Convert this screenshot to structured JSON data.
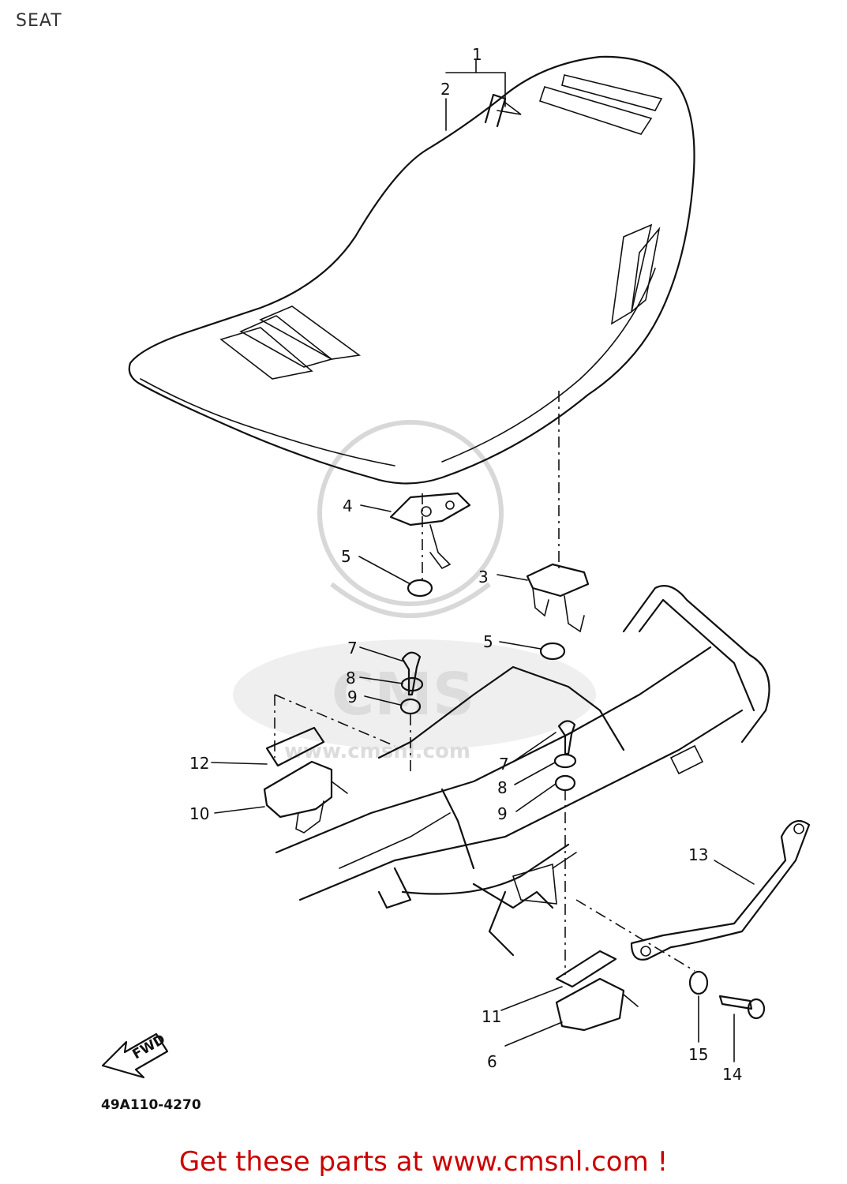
{
  "page": {
    "title": "SEAT"
  },
  "diagram": {
    "drawing_code": "49A110-4270",
    "fwd_arrow_text": "FWD",
    "watermark_text": "CMS",
    "watermark_url": "www.cmsnl.com",
    "callouts": [
      {
        "id": "c1",
        "label": "1"
      },
      {
        "id": "c2",
        "label": "2"
      },
      {
        "id": "c3",
        "label": "3"
      },
      {
        "id": "c4",
        "label": "4"
      },
      {
        "id": "c5a",
        "label": "5"
      },
      {
        "id": "c5b",
        "label": "5"
      },
      {
        "id": "c6",
        "label": "6"
      },
      {
        "id": "c7a",
        "label": "7"
      },
      {
        "id": "c7b",
        "label": "7"
      },
      {
        "id": "c8a",
        "label": "8"
      },
      {
        "id": "c8b",
        "label": "8"
      },
      {
        "id": "c9a",
        "label": "9"
      },
      {
        "id": "c9b",
        "label": "9"
      },
      {
        "id": "c10",
        "label": "10"
      },
      {
        "id": "c11",
        "label": "11"
      },
      {
        "id": "c12",
        "label": "12"
      },
      {
        "id": "c13",
        "label": "13"
      },
      {
        "id": "c14",
        "label": "14"
      },
      {
        "id": "c15",
        "label": "15"
      }
    ]
  },
  "footer": {
    "text": "Get these parts at www.cmsnl.com !"
  }
}
